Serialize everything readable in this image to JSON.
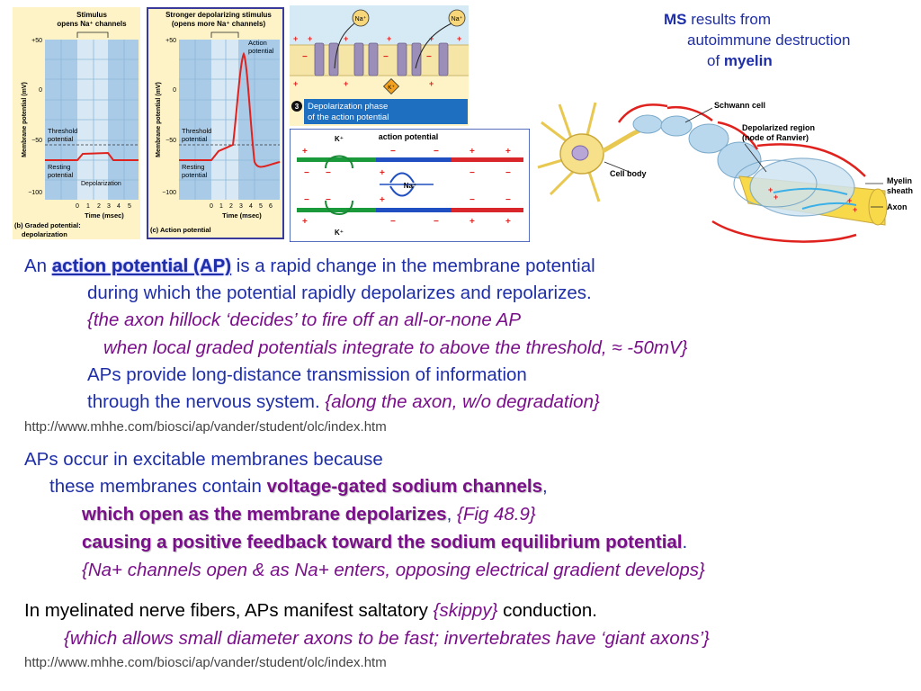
{
  "figure_b": {
    "title_line1": "Stimulus",
    "title_line2": "opens Na⁺ channels",
    "y_axis_label": "Membrane potential (mV)",
    "y_ticks": [
      "+50",
      "0",
      "−50",
      "−100"
    ],
    "threshold_line1": "Threshold",
    "threshold_line2": "potential",
    "resting_line1": "Resting",
    "resting_line2": "potential",
    "depolarization": "Depolarization",
    "x_ticks": [
      "0",
      "1",
      "2",
      "3",
      "4",
      "5"
    ],
    "x_axis_label": "Time (msec)",
    "caption_line1": "(b) Graded potential:",
    "caption_line2": "depolarization"
  },
  "figure_c": {
    "title_line1": "Stronger depolarizing stimulus",
    "title_line2": "(opens more Na⁺ channels)",
    "y_axis_label": "Membrane potential (mV)",
    "y_ticks": [
      "+50",
      "0",
      "−50",
      "−100"
    ],
    "action_line1": "Action",
    "action_line2": "potential",
    "threshold_line1": "Threshold",
    "threshold_line2": "potential",
    "resting_line1": "Resting",
    "resting_line2": "potential",
    "x_ticks": [
      "0",
      "1",
      "2",
      "3",
      "4",
      "5",
      "6"
    ],
    "x_axis_label": "Time (msec)",
    "caption": "(c) Action potential"
  },
  "figure_channels": {
    "na_ion": "Na⁺",
    "k_ion": "K⁺",
    "step_number": "3",
    "caption_line1": "Depolarization phase",
    "caption_line2": "of the action potential"
  },
  "figure_ap": {
    "title": "action potential",
    "k_top": "K⁺",
    "na_mid": "Na⁺",
    "k_bottom": "K⁺"
  },
  "figure_neuron": {
    "schwann_cell": "Schwann cell",
    "depolarized_line1": "Depolarized region",
    "depolarized_line2": "(node of Ranvier)",
    "cell_body": "Cell body",
    "myelin_line1": "Myelin",
    "myelin_line2": "sheath",
    "axon": "Axon"
  },
  "ms_note": {
    "ms": "MS",
    "line1_rest": " results from",
    "line2": "autoimmune destruction",
    "line3_pre": "of ",
    "myelin": "myelin"
  },
  "paragraph1": {
    "l1_pre": "An ",
    "l1_ap": "action potential (AP)",
    "l1_post": " is a rapid change in the membrane potential",
    "l2": "during which the potential rapidly depolarizes and repolarizes.",
    "l3": "{the axon hillock ‘decides’ to fire off an all-or-none AP",
    "l4": "when local graded potentials integrate to above the threshold, ≈ -50mV}",
    "l5": "APs provide long-distance transmission of information",
    "l6_pre": "through the nervous system. ",
    "l6_italic": "{along the axon, w/o degradation}",
    "url": "http://www.mhhe.com/biosci/ap/vander/student/olc/index.htm"
  },
  "paragraph2": {
    "l1": "APs occur in excitable membranes because",
    "l2_pre": "these membranes contain ",
    "l2_bold": "voltage-gated sodium channels",
    "l2_post": ",",
    "l3_bold": "which open as the membrane depolarizes",
    "l3_mid": ", ",
    "l3_italic": "{Fig 48.9}",
    "l4_bold": "causing a positive feedback toward the sodium equilibrium potential",
    "l4_post": ".",
    "l5": "{Na+ channels open & as Na+ enters, opposing electrical gradient develops}"
  },
  "paragraph3": {
    "l1_pre": "In myelinated nerve fibers, APs manifest saltatory ",
    "l1_italic": "{skippy}",
    "l1_post": " conduction.",
    "l2": "{which allows small diameter axons to be fast; invertebrates have ‘giant axons’}",
    "url": "http://www.mhhe.com/biosci/ap/vander/student/olc/index.htm"
  },
  "colors": {
    "body_text": "#1e2ea8",
    "purple": "#7a0f8a",
    "trace_red": "#e0221e",
    "grid_blue": "#8fb7d9",
    "panel_bg": "#fdf3c6"
  }
}
